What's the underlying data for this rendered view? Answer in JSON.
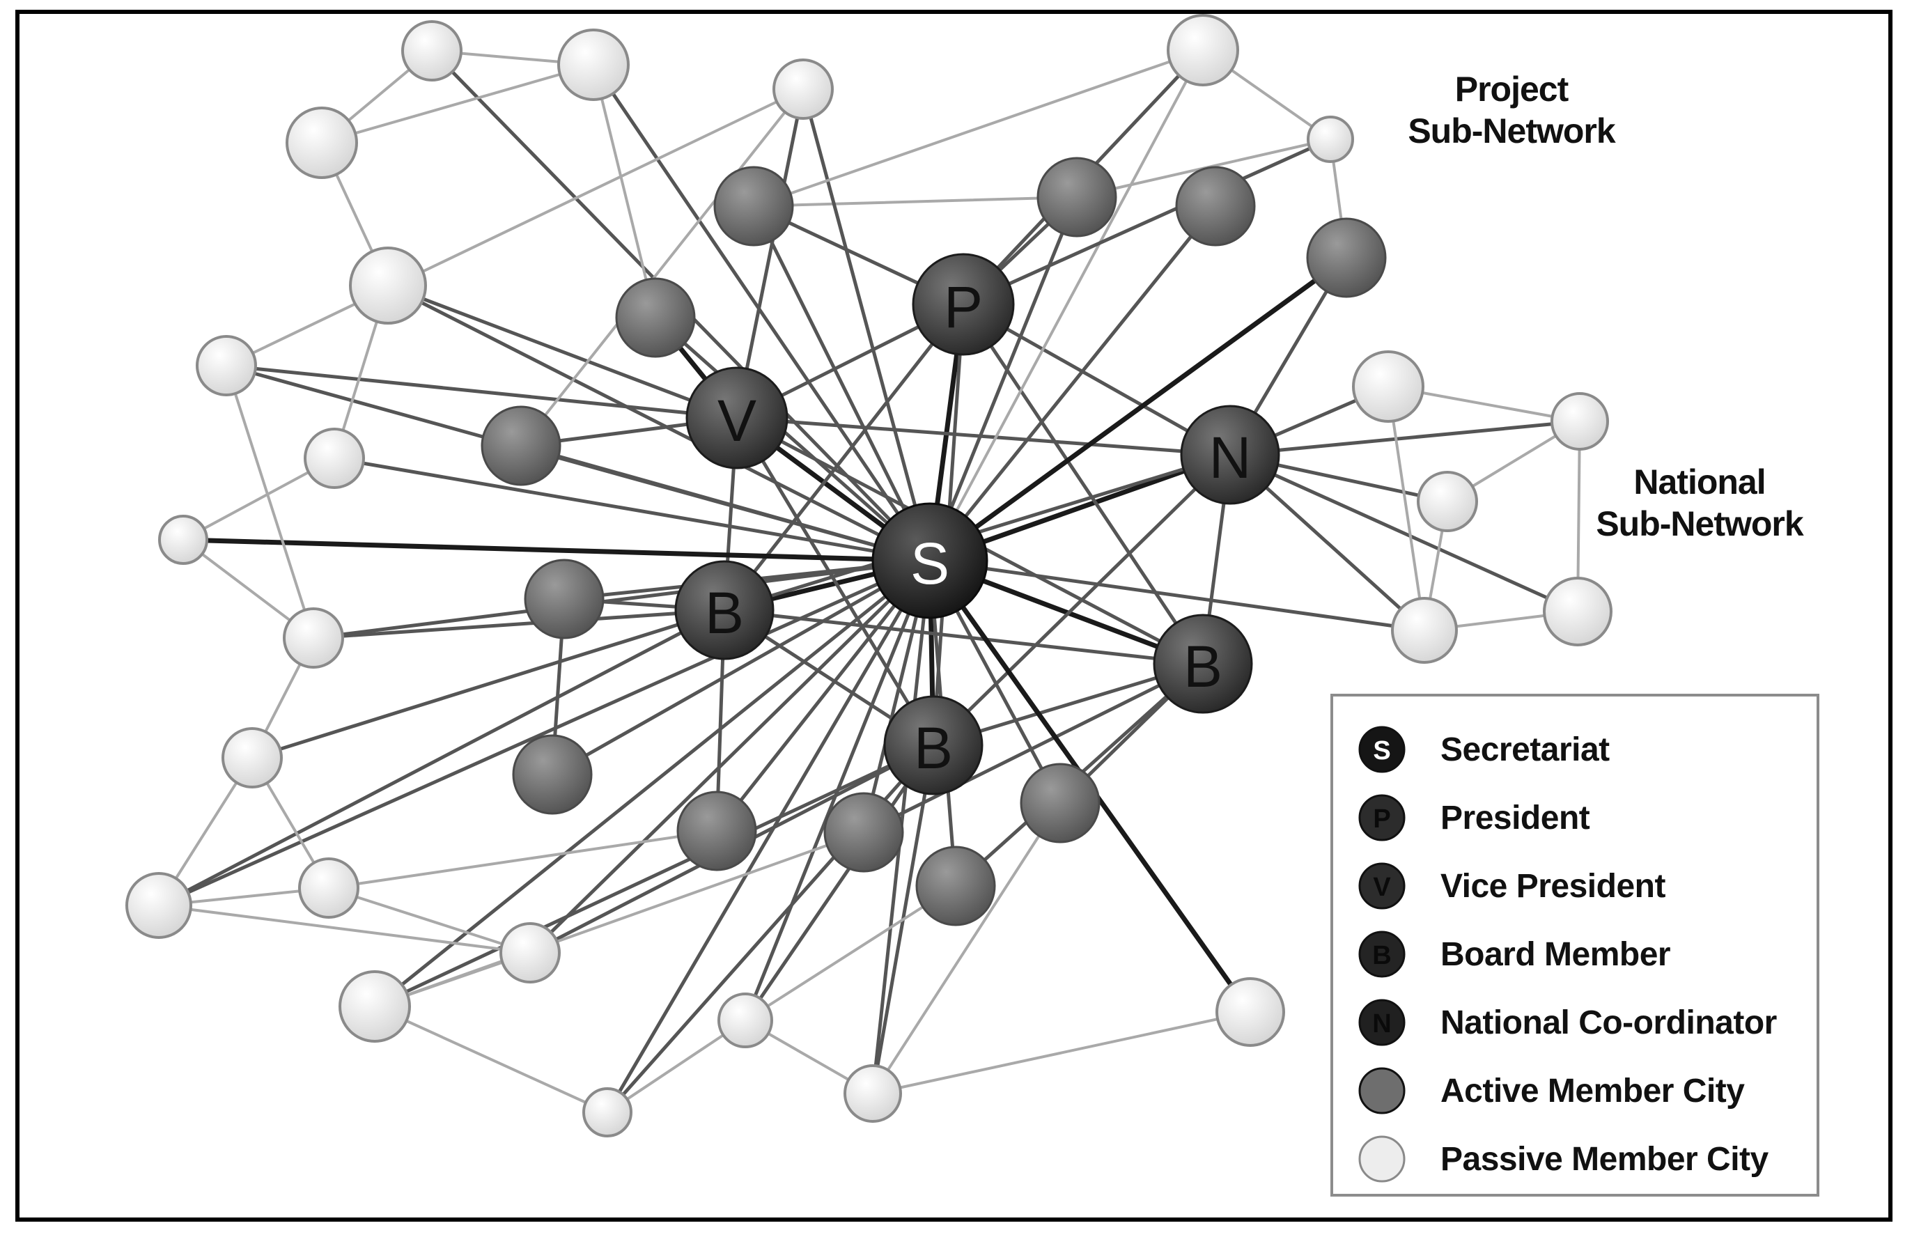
{
  "annotations": {
    "project_line1": "Project",
    "project_line2": "Sub-Network",
    "national_line1": "National",
    "national_line2": "Sub-Network"
  },
  "roles": {
    "S": "Secretariat",
    "P": "President",
    "V": "Vice President",
    "B": "Board Member",
    "N": "National Co-ordinator",
    "A": "Active Member City",
    "C": "Passive Member City"
  },
  "colors": {
    "core_dark": "#1e1e1e",
    "core_mid": "#3a3a3a",
    "active": "#6a6a6a",
    "passive": "#e9e9e9",
    "passive_stroke": "#8a8a8a",
    "edge_dark": "#1a1a1a",
    "edge_mid": "#555555",
    "edge_light": "#a9a9a9"
  },
  "legend": {
    "items": [
      {
        "role": "S",
        "glyph": "S",
        "label": "Secretariat"
      },
      {
        "role": "P",
        "glyph": "P",
        "label": "President"
      },
      {
        "role": "V",
        "glyph": "V",
        "label": "Vice President"
      },
      {
        "role": "B",
        "glyph": "B",
        "label": "Board Member"
      },
      {
        "role": "N",
        "glyph": "N",
        "label": "National Co-ordinator"
      },
      {
        "role": "A",
        "glyph": "",
        "label": "Active Member City"
      },
      {
        "role": "C",
        "glyph": "",
        "label": "Passive Member City"
      }
    ]
  },
  "nodes": [
    {
      "id": "S",
      "role": "S",
      "label": "S"
    },
    {
      "id": "P",
      "role": "P",
      "label": "P"
    },
    {
      "id": "V",
      "role": "V",
      "label": "V"
    },
    {
      "id": "N",
      "role": "N",
      "label": "N"
    },
    {
      "id": "B1",
      "role": "B",
      "label": "B"
    },
    {
      "id": "B2",
      "role": "B",
      "label": "B"
    },
    {
      "id": "B3",
      "role": "B",
      "label": "B"
    },
    {
      "id": "A1",
      "role": "A",
      "label": ""
    },
    {
      "id": "A2",
      "role": "A",
      "label": ""
    },
    {
      "id": "A3",
      "role": "A",
      "label": ""
    },
    {
      "id": "A4",
      "role": "A",
      "label": ""
    },
    {
      "id": "A5",
      "role": "A",
      "label": ""
    },
    {
      "id": "A6",
      "role": "A",
      "label": ""
    },
    {
      "id": "A7",
      "role": "A",
      "label": ""
    },
    {
      "id": "A8",
      "role": "A",
      "label": ""
    },
    {
      "id": "A9",
      "role": "A",
      "label": ""
    },
    {
      "id": "A10",
      "role": "A",
      "label": ""
    },
    {
      "id": "A11",
      "role": "A",
      "label": ""
    },
    {
      "id": "A12",
      "role": "A",
      "label": ""
    },
    {
      "id": "C1",
      "role": "C",
      "label": ""
    },
    {
      "id": "C2",
      "role": "C",
      "label": ""
    },
    {
      "id": "C3",
      "role": "C",
      "label": ""
    },
    {
      "id": "C4",
      "role": "C",
      "label": ""
    },
    {
      "id": "C5",
      "role": "C",
      "label": ""
    },
    {
      "id": "C6",
      "role": "C",
      "label": ""
    },
    {
      "id": "C7",
      "role": "C",
      "label": ""
    },
    {
      "id": "C8",
      "role": "C",
      "label": ""
    },
    {
      "id": "C9",
      "role": "C",
      "label": ""
    },
    {
      "id": "C10",
      "role": "C",
      "label": ""
    },
    {
      "id": "C11",
      "role": "C",
      "label": ""
    },
    {
      "id": "C12",
      "role": "C",
      "label": ""
    },
    {
      "id": "C13",
      "role": "C",
      "label": ""
    },
    {
      "id": "C14",
      "role": "C",
      "label": ""
    },
    {
      "id": "C15",
      "role": "C",
      "label": ""
    },
    {
      "id": "C16",
      "role": "C",
      "label": ""
    },
    {
      "id": "C17",
      "role": "C",
      "label": ""
    },
    {
      "id": "C18",
      "role": "C",
      "label": ""
    },
    {
      "id": "C19",
      "role": "C",
      "label": ""
    },
    {
      "id": "C20",
      "role": "C",
      "label": ""
    },
    {
      "id": "C21",
      "role": "C",
      "label": ""
    },
    {
      "id": "C22",
      "role": "C",
      "label": ""
    },
    {
      "id": "C23",
      "role": "C",
      "label": ""
    },
    {
      "id": "C24",
      "role": "C",
      "label": ""
    },
    {
      "id": "C25",
      "role": "C",
      "label": ""
    }
  ],
  "edges": [
    [
      "S",
      "P",
      "dark"
    ],
    [
      "S",
      "V",
      "dark"
    ],
    [
      "S",
      "N",
      "dark"
    ],
    [
      "S",
      "B1",
      "dark"
    ],
    [
      "S",
      "B2",
      "dark"
    ],
    [
      "S",
      "B3",
      "dark"
    ],
    [
      "P",
      "V",
      "mid"
    ],
    [
      "P",
      "N",
      "mid"
    ],
    [
      "P",
      "B1",
      "mid"
    ],
    [
      "P",
      "B2",
      "mid"
    ],
    [
      "P",
      "B3",
      "mid"
    ],
    [
      "V",
      "N",
      "mid"
    ],
    [
      "V",
      "B1",
      "mid"
    ],
    [
      "V",
      "B2",
      "mid"
    ],
    [
      "V",
      "B3",
      "mid"
    ],
    [
      "N",
      "B1",
      "mid"
    ],
    [
      "N",
      "B2",
      "mid"
    ],
    [
      "N",
      "B3",
      "mid"
    ],
    [
      "B1",
      "B2",
      "mid"
    ],
    [
      "B1",
      "B3",
      "mid"
    ],
    [
      "B2",
      "B3",
      "mid"
    ],
    [
      "S",
      "A1",
      "mid"
    ],
    [
      "S",
      "A2",
      "mid"
    ],
    [
      "S",
      "A3",
      "mid"
    ],
    [
      "S",
      "A4",
      "mid"
    ],
    [
      "S",
      "A5",
      "mid"
    ],
    [
      "S",
      "A6",
      "mid"
    ],
    [
      "S",
      "A7",
      "mid"
    ],
    [
      "S",
      "A8",
      "mid"
    ],
    [
      "S",
      "A9",
      "mid"
    ],
    [
      "S",
      "A10",
      "mid"
    ],
    [
      "S",
      "A11",
      "mid"
    ],
    [
      "S",
      "A12",
      "dark"
    ],
    [
      "V",
      "A1",
      "dark"
    ],
    [
      "V",
      "A4",
      "mid"
    ],
    [
      "B1",
      "A5",
      "mid"
    ],
    [
      "A5",
      "A6",
      "mid"
    ],
    [
      "B3",
      "A10",
      "mid"
    ],
    [
      "B3",
      "A9",
      "mid"
    ],
    [
      "P",
      "A2",
      "mid"
    ],
    [
      "P",
      "A3",
      "mid"
    ],
    [
      "A2",
      "A3",
      "light"
    ],
    [
      "N",
      "A12",
      "mid"
    ],
    [
      "B1",
      "A7",
      "mid"
    ],
    [
      "B3",
      "A8",
      "mid"
    ],
    [
      "S",
      "C8",
      "dark"
    ],
    [
      "S",
      "C1",
      "mid"
    ],
    [
      "S",
      "C2",
      "mid"
    ],
    [
      "S",
      "C3",
      "mid"
    ],
    [
      "S",
      "C5",
      "mid"
    ],
    [
      "S",
      "C6",
      "mid"
    ],
    [
      "S",
      "C7",
      "mid"
    ],
    [
      "S",
      "C9",
      "mid"
    ],
    [
      "S",
      "C11",
      "mid"
    ],
    [
      "S",
      "C13",
      "mid"
    ],
    [
      "S",
      "C14",
      "mid"
    ],
    [
      "S",
      "C15",
      "mid"
    ],
    [
      "S",
      "C16",
      "mid"
    ],
    [
      "S",
      "C17",
      "mid"
    ],
    [
      "S",
      "C18",
      "dark"
    ],
    [
      "S",
      "C19",
      "light"
    ],
    [
      "S",
      "C24",
      "mid"
    ],
    [
      "P",
      "C19",
      "mid"
    ],
    [
      "P",
      "C20",
      "mid"
    ],
    [
      "N",
      "C21",
      "mid"
    ],
    [
      "N",
      "C22",
      "mid"
    ],
    [
      "N",
      "C23",
      "mid"
    ],
    [
      "N",
      "C24",
      "mid"
    ],
    [
      "N",
      "C25",
      "mid"
    ],
    [
      "V",
      "C5",
      "mid"
    ],
    [
      "V",
      "C6",
      "mid"
    ],
    [
      "V",
      "C3",
      "mid"
    ],
    [
      "B1",
      "C9",
      "mid"
    ],
    [
      "B1",
      "C10",
      "mid"
    ],
    [
      "B1",
      "C11",
      "mid"
    ],
    [
      "B2",
      "C15",
      "mid"
    ],
    [
      "B2",
      "C16",
      "mid"
    ],
    [
      "B2",
      "C14",
      "mid"
    ],
    [
      "B2",
      "C13",
      "mid"
    ],
    [
      "B2",
      "C17",
      "mid"
    ],
    [
      "C1",
      "C4",
      "light"
    ],
    [
      "C1",
      "C2",
      "light"
    ],
    [
      "C4",
      "C5",
      "light"
    ],
    [
      "C5",
      "C7",
      "light"
    ],
    [
      "C7",
      "C8",
      "light"
    ],
    [
      "C8",
      "C9",
      "light"
    ],
    [
      "C9",
      "C10",
      "light"
    ],
    [
      "C10",
      "C11",
      "light"
    ],
    [
      "C11",
      "C12",
      "light"
    ],
    [
      "C12",
      "C13",
      "light"
    ],
    [
      "C13",
      "C14",
      "light"
    ],
    [
      "C14",
      "C15",
      "light"
    ],
    [
      "C15",
      "C16",
      "light"
    ],
    [
      "C16",
      "C17",
      "light"
    ],
    [
      "C17",
      "C18",
      "light"
    ],
    [
      "C19",
      "C20",
      "light"
    ],
    [
      "C20",
      "A12",
      "light"
    ],
    [
      "C19",
      "A2",
      "light"
    ],
    [
      "C20",
      "A3",
      "light"
    ],
    [
      "C21",
      "C22",
      "light"
    ],
    [
      "C22",
      "C23",
      "light"
    ],
    [
      "C22",
      "C25",
      "light"
    ],
    [
      "C21",
      "C24",
      "light"
    ],
    [
      "C23",
      "C24",
      "light"
    ],
    [
      "C24",
      "C25",
      "light"
    ],
    [
      "C2",
      "C4",
      "light"
    ],
    [
      "C3",
      "C6",
      "light"
    ],
    [
      "C6",
      "C9",
      "light"
    ],
    [
      "C10",
      "C12",
      "light"
    ],
    [
      "C11",
      "C13",
      "light"
    ],
    [
      "C2",
      "A1",
      "light"
    ],
    [
      "C3",
      "A4",
      "light"
    ],
    [
      "C12",
      "A7",
      "light"
    ],
    [
      "C14",
      "A8",
      "light"
    ],
    [
      "C16",
      "A9",
      "light"
    ],
    [
      "C17",
      "A10",
      "light"
    ]
  ]
}
